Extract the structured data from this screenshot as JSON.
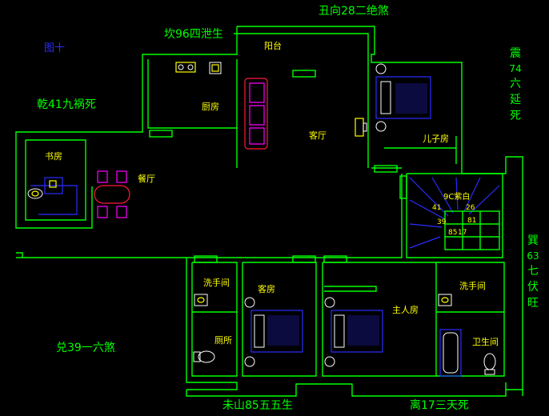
{
  "title": "图十",
  "directions": {
    "top": "丑向28二绝煞",
    "top_left": "坎96四泄生",
    "left": "乾41九祸死",
    "right_top": [
      "震",
      "74",
      "六",
      "延",
      "死"
    ],
    "right_bottom": [
      "巽",
      "63",
      "七",
      "伏",
      "旺"
    ],
    "bottom_left": "兑39一六煞",
    "bottom_center": "未山85五五生",
    "bottom_right": "离17三天死"
  },
  "rooms": {
    "balcony": "阳台",
    "kitchen": "厨房",
    "living": "客厅",
    "study": "书房",
    "dining": "餐厅",
    "child": "儿子房",
    "center_grid": "9C紫白",
    "grid_a": "41",
    "grid_b": "26",
    "grid_c": "39",
    "grid_d": "81",
    "grid_e": "85",
    "grid_f": "17",
    "wash_left": "洗手间",
    "toilet": "厕所",
    "guest": "客房",
    "master": "主人房",
    "wash_right": "洗手间",
    "bath": "卫生间"
  }
}
